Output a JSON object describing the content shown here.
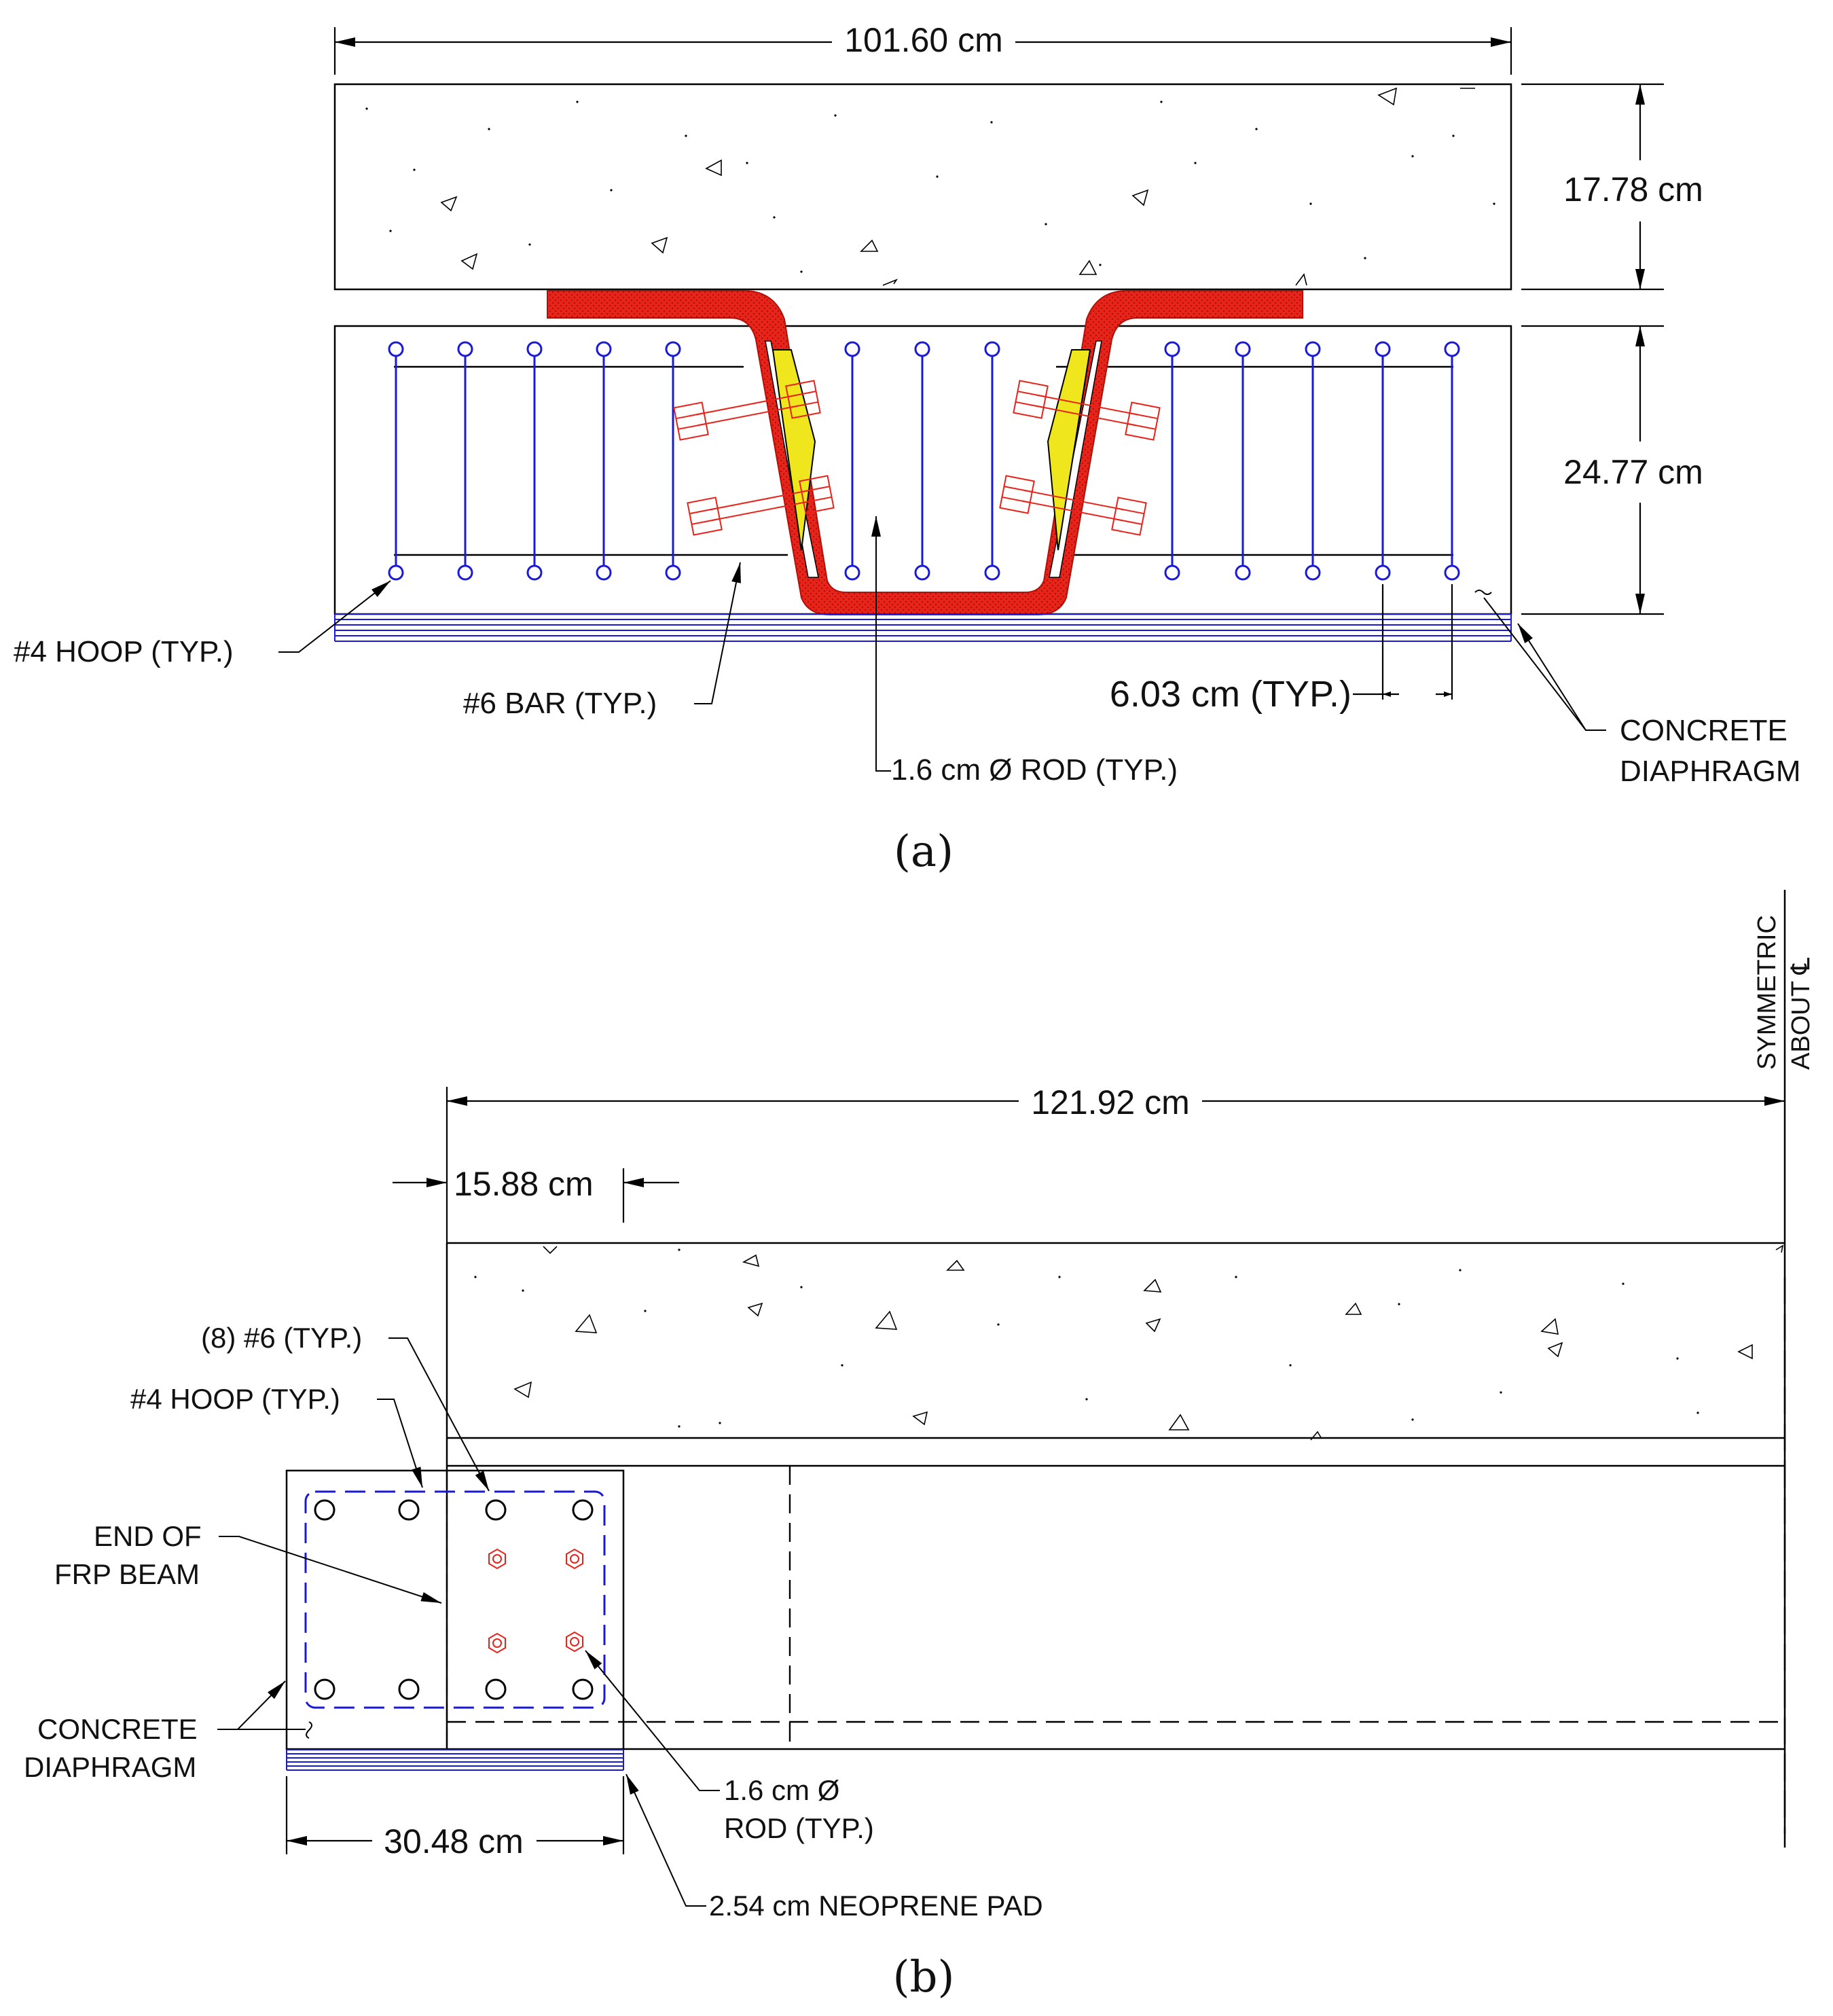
{
  "panel_a": {
    "caption": "(a)",
    "dim_width": "101.60 cm",
    "dim_slab": "17.78 cm",
    "dim_diaphragm": "24.77 cm",
    "dim_spacing": "6.03 cm (TYP.)",
    "label_hoop": "#4 HOOP (TYP.)",
    "label_bar": "#6 BAR (TYP.)",
    "label_rod": "1.6 cm Ø ROD (TYP.)",
    "label_diaphragm_1": "CONCRETE",
    "label_diaphragm_2": "DIAPHRAGM"
  },
  "panel_b": {
    "caption": "(b)",
    "dim_span": "121.92 cm",
    "dim_offset": "15.88 cm",
    "dim_diaphragm_width": "30.48 cm",
    "label_bars": "(8) #6 (TYP.)",
    "label_hoop": "#4 HOOP (TYP.)",
    "label_end_1": "END OF",
    "label_end_2": "FRP BEAM",
    "label_diaphragm_1": "CONCRETE",
    "label_diaphragm_2": "DIAPHRAGM",
    "label_rod_1": "1.6 cm Ø",
    "label_rod_2": "ROD (TYP.)",
    "label_pad": "2.54 cm NEOPRENE PAD",
    "label_symmetric": "SYMMETRIC",
    "label_about": "ABOUT ℄"
  },
  "colors": {
    "frp_beam": "#e8231a",
    "stiffener": "#f0e61e",
    "rebar": "#1a1ad6",
    "rod": "#e8231a",
    "linework": "#000000"
  }
}
